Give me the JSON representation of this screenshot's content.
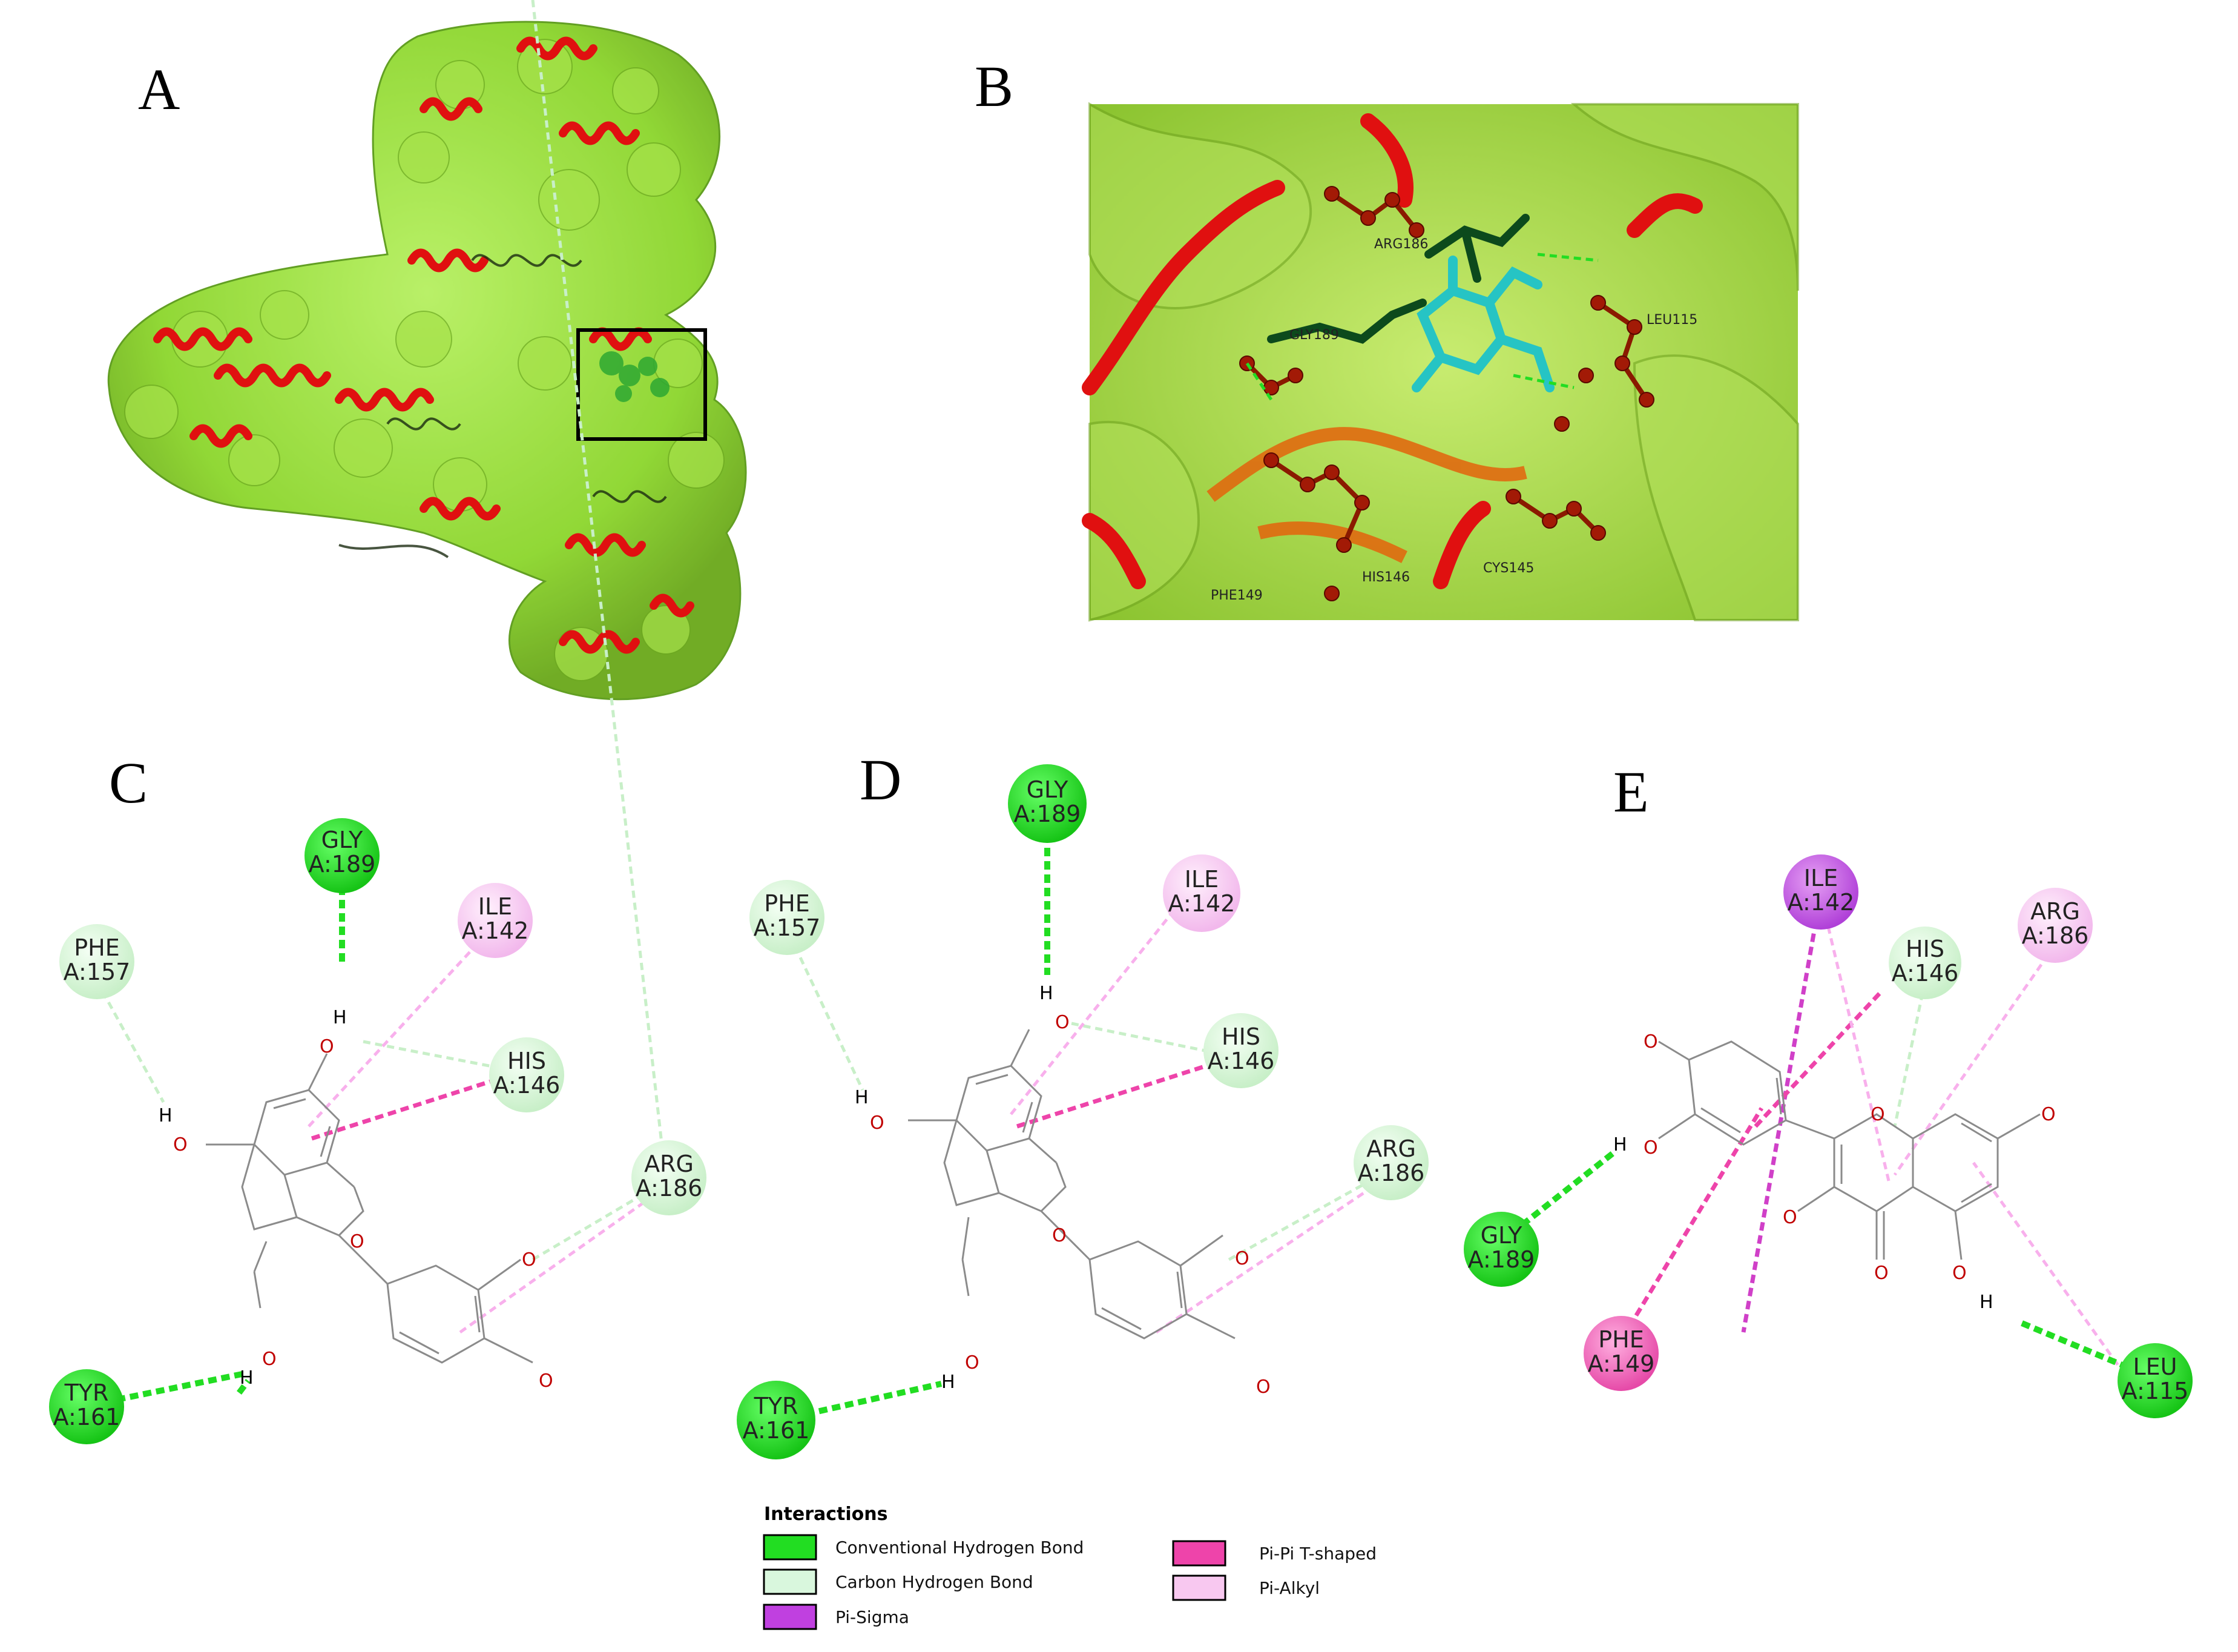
{
  "panels": {
    "A": "A",
    "B": "B",
    "C": "C",
    "D": "D",
    "E": "E"
  },
  "panel_b_labels": [
    "ARG186",
    "GLY189",
    "LEU115",
    "HIS146",
    "PHE149",
    "CYS145"
  ],
  "residues": {
    "c": [
      {
        "name": "GLY",
        "id": "A:189",
        "type": "conventional_h_bond"
      },
      {
        "name": "ILE",
        "id": "A:142",
        "type": "pi_alkyl"
      },
      {
        "name": "PHE",
        "id": "A:157",
        "type": "carbon_h_bond"
      },
      {
        "name": "HIS",
        "id": "A:146",
        "type": "carbon_h_bond"
      },
      {
        "name": "ARG",
        "id": "A:186",
        "type": "carbon_h_bond"
      },
      {
        "name": "TYR",
        "id": "A:161",
        "type": "conventional_h_bond"
      }
    ],
    "d": [
      {
        "name": "GLY",
        "id": "A:189",
        "type": "conventional_h_bond"
      },
      {
        "name": "ILE",
        "id": "A:142",
        "type": "pi_alkyl"
      },
      {
        "name": "PHE",
        "id": "A:157",
        "type": "carbon_h_bond"
      },
      {
        "name": "HIS",
        "id": "A:146",
        "type": "carbon_h_bond"
      },
      {
        "name": "ARG",
        "id": "A:186",
        "type": "carbon_h_bond"
      },
      {
        "name": "TYR",
        "id": "A:161",
        "type": "conventional_h_bond"
      }
    ],
    "e": [
      {
        "name": "ILE",
        "id": "A:142",
        "type": "pi_sigma"
      },
      {
        "name": "ARG",
        "id": "A:186",
        "type": "pi_alkyl"
      },
      {
        "name": "HIS",
        "id": "A:146",
        "type": "carbon_h_bond"
      },
      {
        "name": "GLY",
        "id": "A:189",
        "type": "conventional_h_bond"
      },
      {
        "name": "PHE",
        "id": "A:149",
        "type": "pi_pi_t_shaped"
      },
      {
        "name": "LEU",
        "id": "A:115",
        "type": "conventional_h_bond"
      }
    ]
  },
  "atoms": {
    "o": "O",
    "h": "H"
  },
  "legend": {
    "title": "Interactions",
    "items": [
      {
        "key": "conventional_h_bond",
        "label": "Conventional Hydrogen Bond",
        "color": "#22dd22"
      },
      {
        "key": "carbon_h_bond",
        "label": "Carbon Hydrogen Bond",
        "color": "#d9f7dd"
      },
      {
        "key": "pi_sigma",
        "label": "Pi-Sigma",
        "color": "#c040e0"
      },
      {
        "key": "pi_pi_t_shaped",
        "label": "Pi-Pi T-shaped",
        "color": "#ee44aa"
      },
      {
        "key": "pi_alkyl",
        "label": "Pi-Alkyl",
        "color": "#f8c8f0"
      }
    ]
  }
}
